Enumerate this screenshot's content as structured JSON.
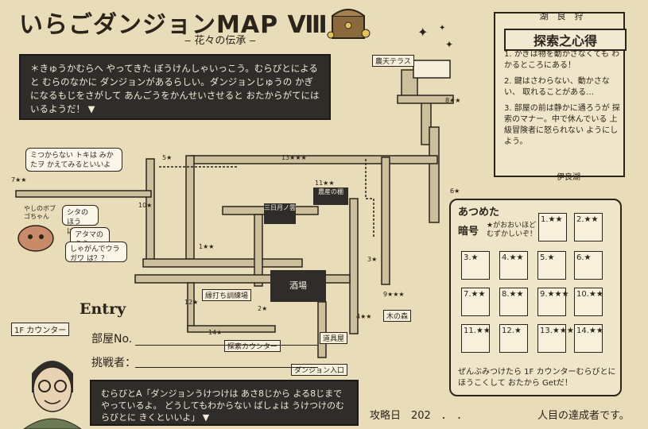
{
  "header": {
    "title": "いらごダンジョンMAP Ⅷ",
    "subtitle": "‒ 花々の伝承 ‒"
  },
  "intro_text": "＊きゅうかむらへ やってきた ぼうけんしゃいっこう。むらびとによると むらのなかに ダンジョンがあるらしい。ダンジョンじゅうの かぎになるもじをさがして あんごうをかんせいさせると おたからがてにはいるようだ！ ▼",
  "map": {
    "rooms": {
      "terrace": "農天テラス",
      "sweets": "三日月ノ雲",
      "shop": "農産の棚",
      "tavern": "酒場",
      "training": "縁打ち訓練場",
      "counter": "探索カウンター",
      "tools": "道具屋",
      "forest": "木の森",
      "entrance": "ダンジョン入口"
    },
    "markers": [
      "1★★",
      "2★",
      "3★",
      "4★★",
      "5★",
      "6★",
      "7★★",
      "8★★",
      "9★★★",
      "10★",
      "11★★",
      "12★",
      "13★★★",
      "14★"
    ],
    "hints": {
      "h1": "ミつからない トキは みかたヲ かえてみるといいよ",
      "h2": "シタのほうは？",
      "h3": "アタマのうえ は？",
      "h4": "しゃがんでウラガワ は？？"
    },
    "bubble_name": "やしのボブゴちゃん"
  },
  "tips_panel": {
    "header": "湖　良　狩",
    "title": "探索之心得",
    "tips": [
      "1. かぎは物を動かさなくても わかるところにある！",
      "2. 鍵はさわらない、動かさない、 取れることがある…",
      "3. 部屋の前は静かに通ろうが 探索のマナー。中で休んでいる 上級冒険者に怒られない ようにしよう。"
    ],
    "signature": "伊良湖"
  },
  "collect": {
    "title": "あつめた",
    "subtitle": "暗号",
    "note": "★がおおいほど むずかしいぞ！",
    "cells": [
      "1.★★",
      "2.★★",
      "3.★",
      "4.★★",
      "5.★",
      "6.★",
      "7.★★",
      "8.★★",
      "9.★★★",
      "10.★★",
      "11.★★",
      "12.★",
      "13.★★★",
      "14.★★"
    ],
    "footer": "ぜんぶみつけたら 1F カウンターむらびとに ほうこくして おたから Getだ！"
  },
  "entry": {
    "label": "Entry",
    "badge": "1F カウンター",
    "room_no": "部屋No.",
    "challenger": "挑戦者："
  },
  "bottom_message": "むらびとA「ダンジョンうけつけは あさ8じから よる8じまでやっているよ。 どうしてもわからない ばしょは うけつけのむらびとに きくといいよ」 ▼",
  "footer": {
    "date_label": "攻略日　202　．　．",
    "achiever": "人目の達成者です。"
  },
  "colors": {
    "paper": "#e9dcb8",
    "ink": "#2b241b",
    "dark_panel": "#2f2d2a"
  }
}
